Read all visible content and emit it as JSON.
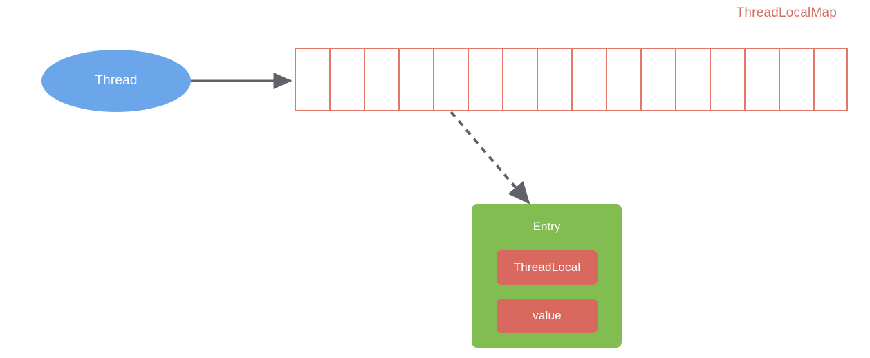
{
  "diagram": {
    "title": "ThreadLocalMap",
    "background_color": "#ffffff",
    "thread": {
      "label": "Thread",
      "fill_color": "#6ba5ea",
      "text_color": "#ffffff"
    },
    "map_table": {
      "cell_count": 16,
      "border_color": "#e07a66",
      "cell_fill": "#ffffff",
      "cells": [
        "",
        "",
        "",
        "",
        "",
        "",
        "",
        "",
        "",
        "",
        "",
        "",
        "",
        "",
        "",
        ""
      ]
    },
    "entry": {
      "title": "Entry",
      "fill_color": "#82bd52",
      "text_color": "#ffffff",
      "fields": [
        {
          "label": "ThreadLocal",
          "fill_color": "#d9685e"
        },
        {
          "label": "value",
          "fill_color": "#d9685e"
        }
      ]
    },
    "connectors": [
      {
        "name": "thread-to-map-arrow",
        "style": "solid",
        "color": "#5f6368",
        "from": "Thread",
        "to": "ThreadLocalMap"
      },
      {
        "name": "map-slot-to-entry-arrow",
        "style": "dashed",
        "color": "#5f6368",
        "from": "ThreadLocalMap slot",
        "to": "Entry"
      }
    ]
  }
}
